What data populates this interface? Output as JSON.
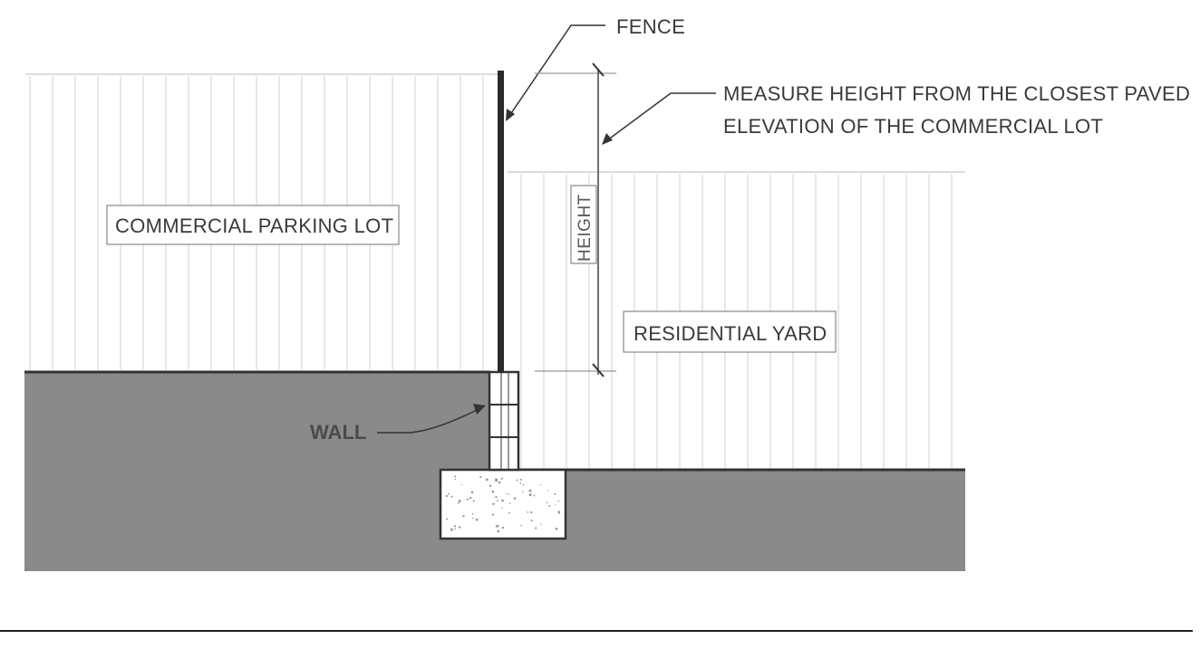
{
  "labels": {
    "fence": "FENCE",
    "measure_line1": "MEASURE HEIGHT FROM THE CLOSEST PAVED",
    "measure_line2": "ELEVATION OF THE COMMERCIAL LOT",
    "height": "HEIGHT",
    "commercial": "COMMERCIAL PARKING LOT",
    "residential": "RESIDENTIAL YARD",
    "wall": "WALL"
  },
  "colors": {
    "ground": "#8a8a8a",
    "air_stripe": "#d8d8d8",
    "line": "#333333",
    "footing": "#ffffff"
  }
}
